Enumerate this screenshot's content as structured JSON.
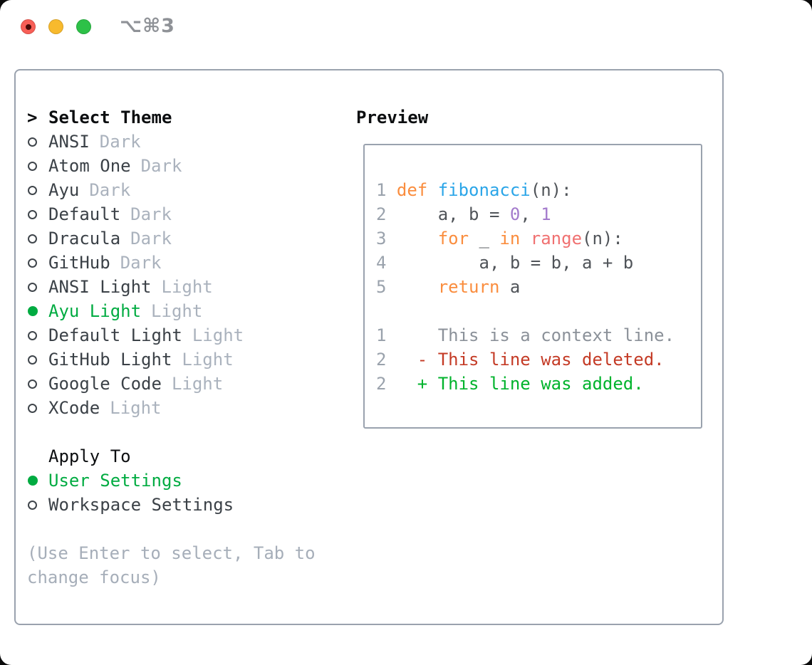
{
  "window": {
    "title_shortcut": "⌥⌘3",
    "traffic_lights": [
      "close",
      "minimize",
      "zoom"
    ]
  },
  "theme_picker": {
    "prompt": ">",
    "header": "Select Theme",
    "items": [
      {
        "name": "ANSI",
        "variant": "Dark",
        "selected": false
      },
      {
        "name": "Atom One",
        "variant": "Dark",
        "selected": false
      },
      {
        "name": "Ayu",
        "variant": "Dark",
        "selected": false
      },
      {
        "name": "Default",
        "variant": "Dark",
        "selected": false
      },
      {
        "name": "Dracula",
        "variant": "Dark",
        "selected": false
      },
      {
        "name": "GitHub",
        "variant": "Dark",
        "selected": false
      },
      {
        "name": "ANSI Light",
        "variant": "Light",
        "selected": false
      },
      {
        "name": "Ayu Light",
        "variant": "Light",
        "selected": true
      },
      {
        "name": "Default Light",
        "variant": "Light",
        "selected": false
      },
      {
        "name": "GitHub Light",
        "variant": "Light",
        "selected": false
      },
      {
        "name": "Google Code",
        "variant": "Light",
        "selected": false
      },
      {
        "name": "XCode",
        "variant": "Light",
        "selected": false
      }
    ],
    "apply_to": {
      "label": "Apply To",
      "options": [
        {
          "label": "User Settings",
          "selected": true
        },
        {
          "label": "Workspace Settings",
          "selected": false
        }
      ]
    },
    "hint_line1": "(Use Enter to select, Tab to",
    "hint_line2": "change focus)"
  },
  "preview": {
    "label": "Preview",
    "code_lines": [
      {
        "num": "1",
        "segs": [
          [
            "def ",
            "kw"
          ],
          [
            "fibonacci",
            "fn"
          ],
          [
            "(n):",
            "pl"
          ]
        ]
      },
      {
        "num": "2",
        "segs": [
          [
            "    a, b = ",
            "pl"
          ],
          [
            "0",
            "nm"
          ],
          [
            ", ",
            "pl"
          ],
          [
            "1",
            "nm"
          ]
        ]
      },
      {
        "num": "3",
        "segs": [
          [
            "    ",
            "pl"
          ],
          [
            "for",
            "kw"
          ],
          [
            " _ ",
            "pl"
          ],
          [
            "in",
            "kw"
          ],
          [
            " ",
            "pl"
          ],
          [
            "range",
            "cl"
          ],
          [
            "(n):",
            "pl"
          ]
        ]
      },
      {
        "num": "4",
        "segs": [
          [
            "        a, b = b, a + b",
            "pl"
          ]
        ]
      },
      {
        "num": "5",
        "segs": [
          [
            "    ",
            "pl"
          ],
          [
            "return",
            "kw"
          ],
          [
            " a",
            "pl"
          ]
        ]
      },
      {
        "num": "",
        "segs": []
      },
      {
        "num": "1",
        "segs": [
          [
            "    This is a context line.",
            "ctx"
          ]
        ]
      },
      {
        "num": "2",
        "segs": [
          [
            "  - This line was deleted.",
            "del"
          ]
        ]
      },
      {
        "num": "2",
        "segs": [
          [
            "  + This line was added.",
            "add"
          ]
        ]
      }
    ]
  },
  "colors": {
    "kw": "#fa8d3e",
    "fn": "#2aa5e8",
    "nm": "#a37acc",
    "cl": "#f07171",
    "pl": "#505459",
    "ctx": "#8b9199",
    "del": "#c43b26",
    "add": "#00b32c",
    "ln": "#9aa2ac",
    "name": "#3b4147",
    "variant": "#aab2bd",
    "green": "#00ab41",
    "hint": "#a6aeb9",
    "border": "#9aa2ae",
    "black": "#0c0e10",
    "title": "#8f9297",
    "light_red": "#f85f57",
    "light_yellow": "#f8ba2d",
    "light_green": "#2dc148"
  }
}
